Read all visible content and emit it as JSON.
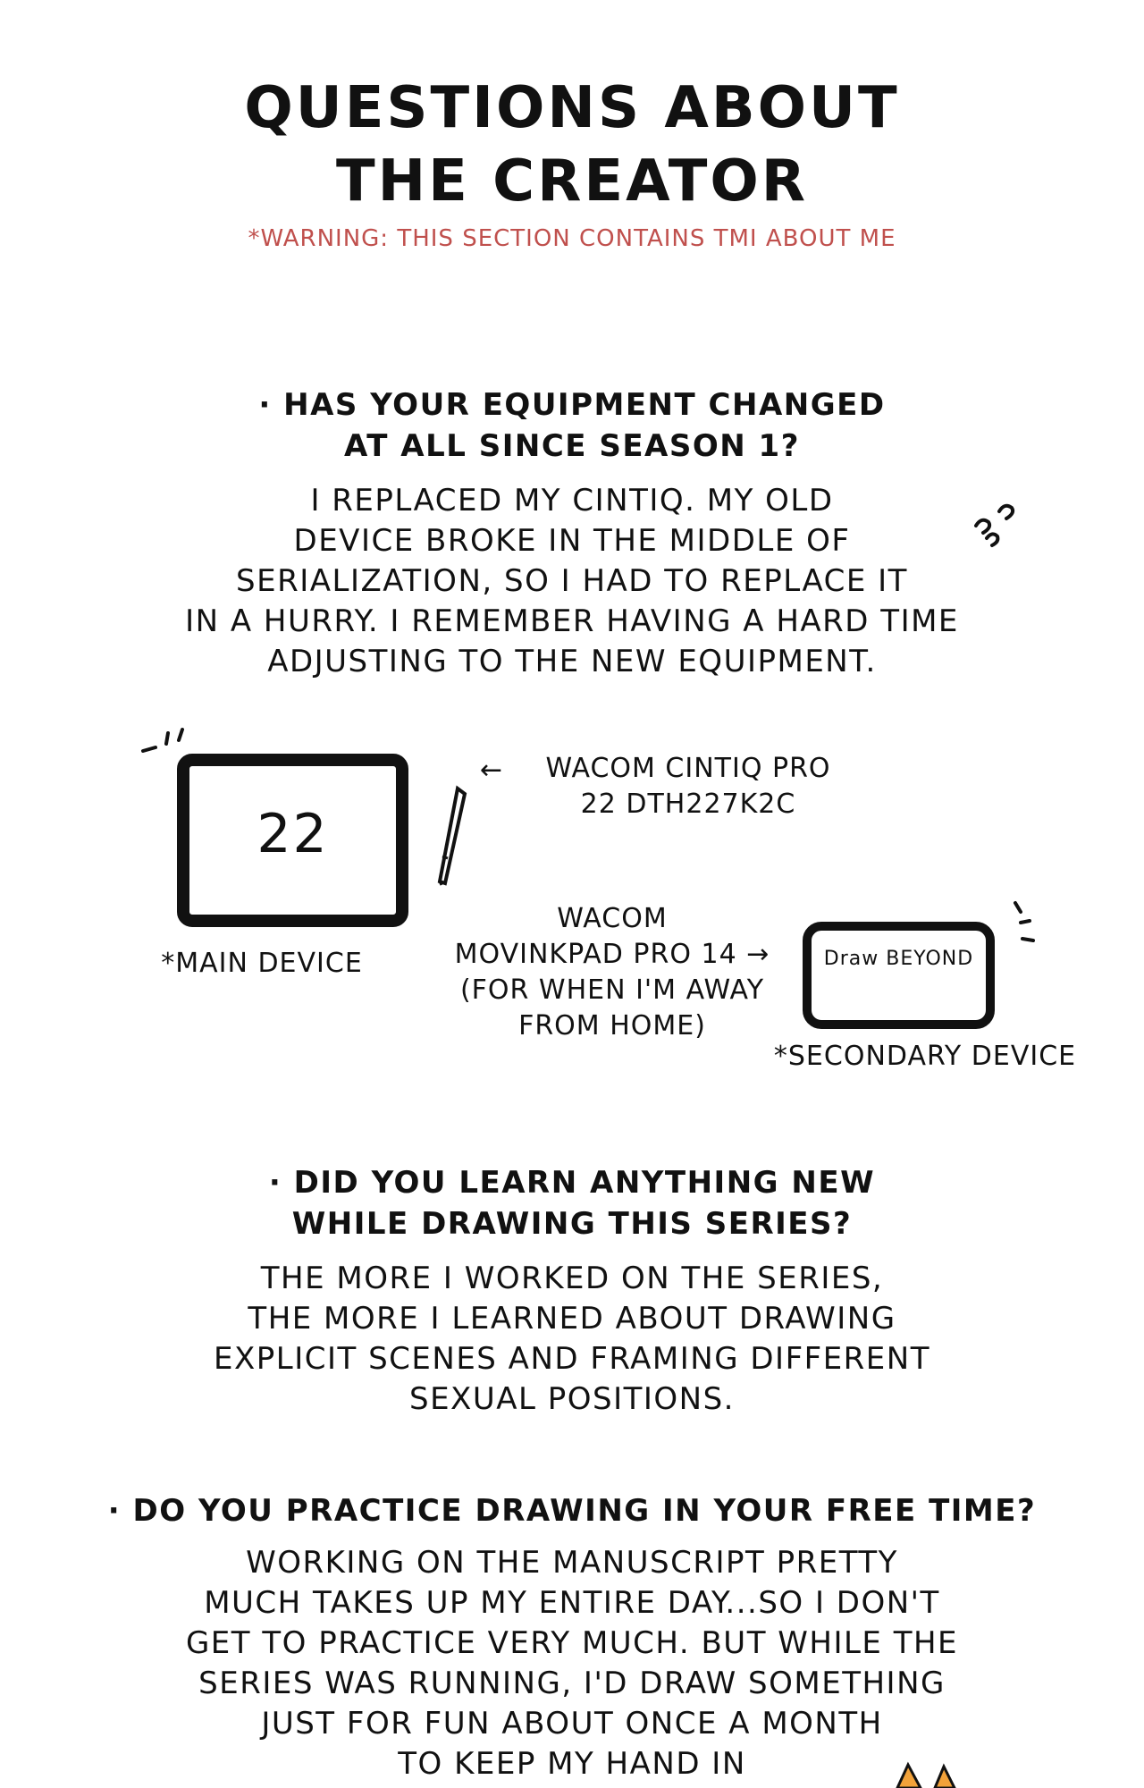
{
  "header": {
    "title_lines": [
      "QUESTIONS ABOUT",
      "THE CREATOR"
    ],
    "warning": "*WARNING: THIS SECTION CONTAINS TMI ABOUT ME"
  },
  "q1": {
    "question_lines": [
      "· HAS YOUR EQUIPMENT CHANGED",
      "AT ALL SINCE SEASON 1?"
    ],
    "answer_lines": [
      "I REPLACED MY CINTIQ. MY OLD",
      "DEVICE BROKE IN THE MIDDLE OF",
      "SERIALIZATION, SO I HAD TO REPLACE IT",
      "IN A HURRY. I REMEMBER HAVING A HARD TIME",
      "ADJUSTING TO THE NEW EQUIPMENT."
    ]
  },
  "devices": {
    "main_screen_text": "22",
    "main_arrow": "←",
    "main_name_lines": [
      "WACOM CINTIQ PRO",
      "22 DTH227K2C"
    ],
    "main_label": "*MAIN DEVICE",
    "secondary_name_lines": [
      "WACOM",
      "MOVINKPAD PRO 14 →",
      "(FOR WHEN I'M AWAY",
      "FROM HOME)"
    ],
    "secondary_screen_text": "Draw BEYOND",
    "secondary_label": "*SECONDARY DEVICE"
  },
  "q2": {
    "question_lines": [
      "· DID YOU LEARN ANYTHING NEW",
      "WHILE DRAWING THIS SERIES?"
    ],
    "answer_lines": [
      "THE MORE I WORKED ON THE SERIES,",
      "THE MORE I LEARNED ABOUT DRAWING",
      "EXPLICIT SCENES AND FRAMING DIFFERENT",
      "SEXUAL POSITIONS."
    ]
  },
  "q3": {
    "question_lines": [
      "· DO YOU PRACTICE DRAWING IN YOUR FREE TIME?"
    ],
    "answer_lines": [
      "WORKING ON THE MANUSCRIPT PRETTY",
      "MUCH TAKES UP MY ENTIRE DAY...SO I DON'T",
      "GET TO PRACTICE VERY MUCH. BUT WHILE THE",
      "SERIES WAS RUNNING, I'D DRAW SOMETHING",
      "JUST FOR FUN ABOUT ONCE A MONTH",
      "TO KEEP MY HAND IN"
    ]
  },
  "colors": {
    "warning": "#c0504d",
    "ink": "#111111",
    "accent_orange": "#f2a23a"
  }
}
